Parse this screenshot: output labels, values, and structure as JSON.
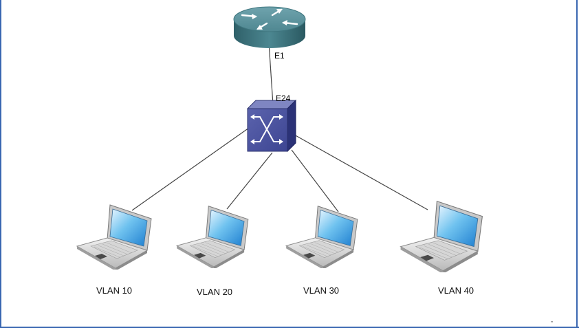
{
  "diagram": {
    "router": {
      "port_label": "E1",
      "icon": "router-icon"
    },
    "switch": {
      "port_label": "E24",
      "icon": "switch-icon"
    },
    "laptops": [
      {
        "label": "VLAN 10",
        "icon": "laptop-icon"
      },
      {
        "label": "VLAN 20",
        "icon": "laptop-icon"
      },
      {
        "label": "VLAN 30",
        "icon": "laptop-icon"
      },
      {
        "label": "VLAN 40",
        "icon": "laptop-icon"
      }
    ],
    "corner_mark": "\""
  }
}
